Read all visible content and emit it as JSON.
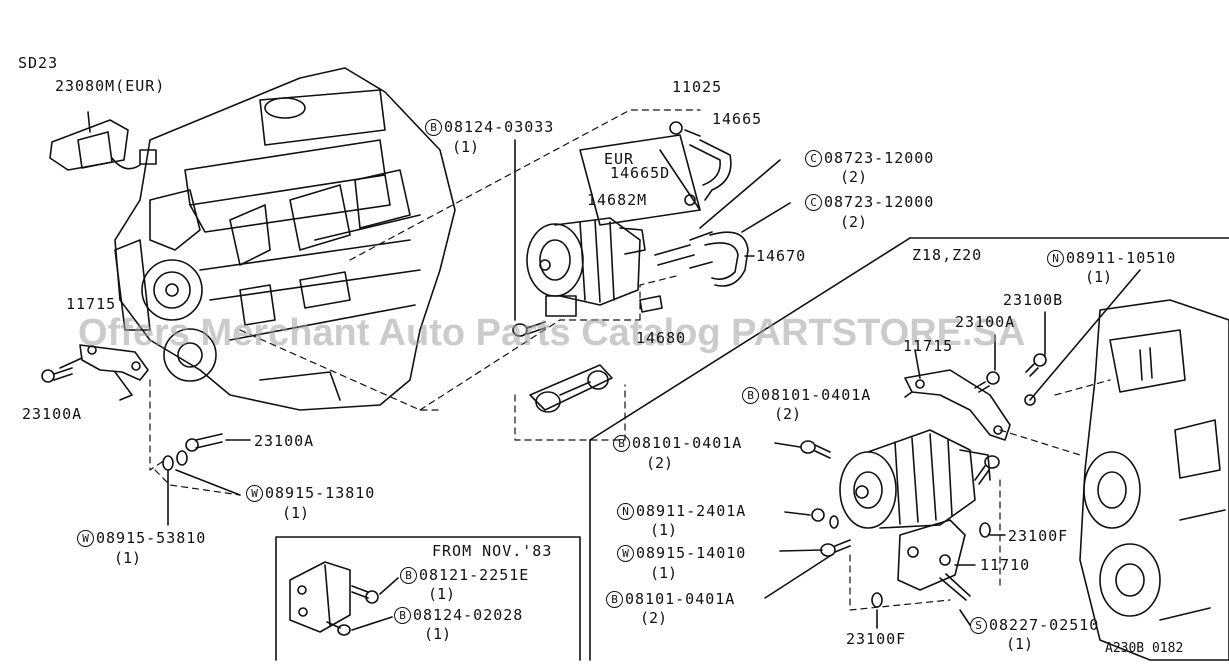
{
  "labels": {
    "sd23": "SD23",
    "p23080m": "23080M(EUR)",
    "p11715_left": "11715",
    "p23100a_left": "23100A",
    "p23100a_mid": "23100A",
    "w_13810": "08915-13810",
    "w_13810_qty": "(1)",
    "w_53810": "08915-53810",
    "w_53810_qty": "(1)",
    "b_03033": "08124-03033",
    "b_03033_qty": "(1)",
    "p11025": "11025",
    "p14665": "14665",
    "eur": "EUR",
    "p14665d": "14665D",
    "p14682m": "14682M",
    "c_12000_a": "08723-12000",
    "c_12000_a_qty": "(2)",
    "c_12000_b": "08723-12000",
    "c_12000_b_qty": "(2)",
    "p14670": "14670",
    "p14680": "14680",
    "z18z20": "Z18,Z20",
    "n_10510": "08911-10510",
    "n_10510_qty": "(1)",
    "p23100b": "23100B",
    "p23100a_right": "23100A",
    "p11715_right": "11715",
    "b_0401a_1": "08101-0401A",
    "b_0401a_1_qty": "(2)",
    "b_0401a_2": "08101-0401A",
    "b_0401a_2_qty": "(2)",
    "n_2401a": "08911-2401A",
    "n_2401a_qty": "(1)",
    "w_14010": "08915-14010",
    "w_14010_qty": "(1)",
    "b_0401a_3": "08101-0401A",
    "b_0401a_3_qty": "(2)",
    "p23100f_r": "23100F",
    "p11710": "11710",
    "p23100f_b": "23100F",
    "s_02510": "08227-02510",
    "s_02510_qty": "(1)",
    "from_nov": "FROM NOV.'83",
    "b_2251e": "08121-2251E",
    "b_2251e_qty": "(1)",
    "b_02028": "08124-02028",
    "b_02028_qty": "(1)",
    "figure_code": "A230B 0182"
  },
  "badges": {
    "B": "B",
    "C": "C",
    "N": "N",
    "W": "W",
    "S": "S"
  },
  "watermark": "Offers Merchant Auto Parts Catalog PARTSTORE.SA"
}
